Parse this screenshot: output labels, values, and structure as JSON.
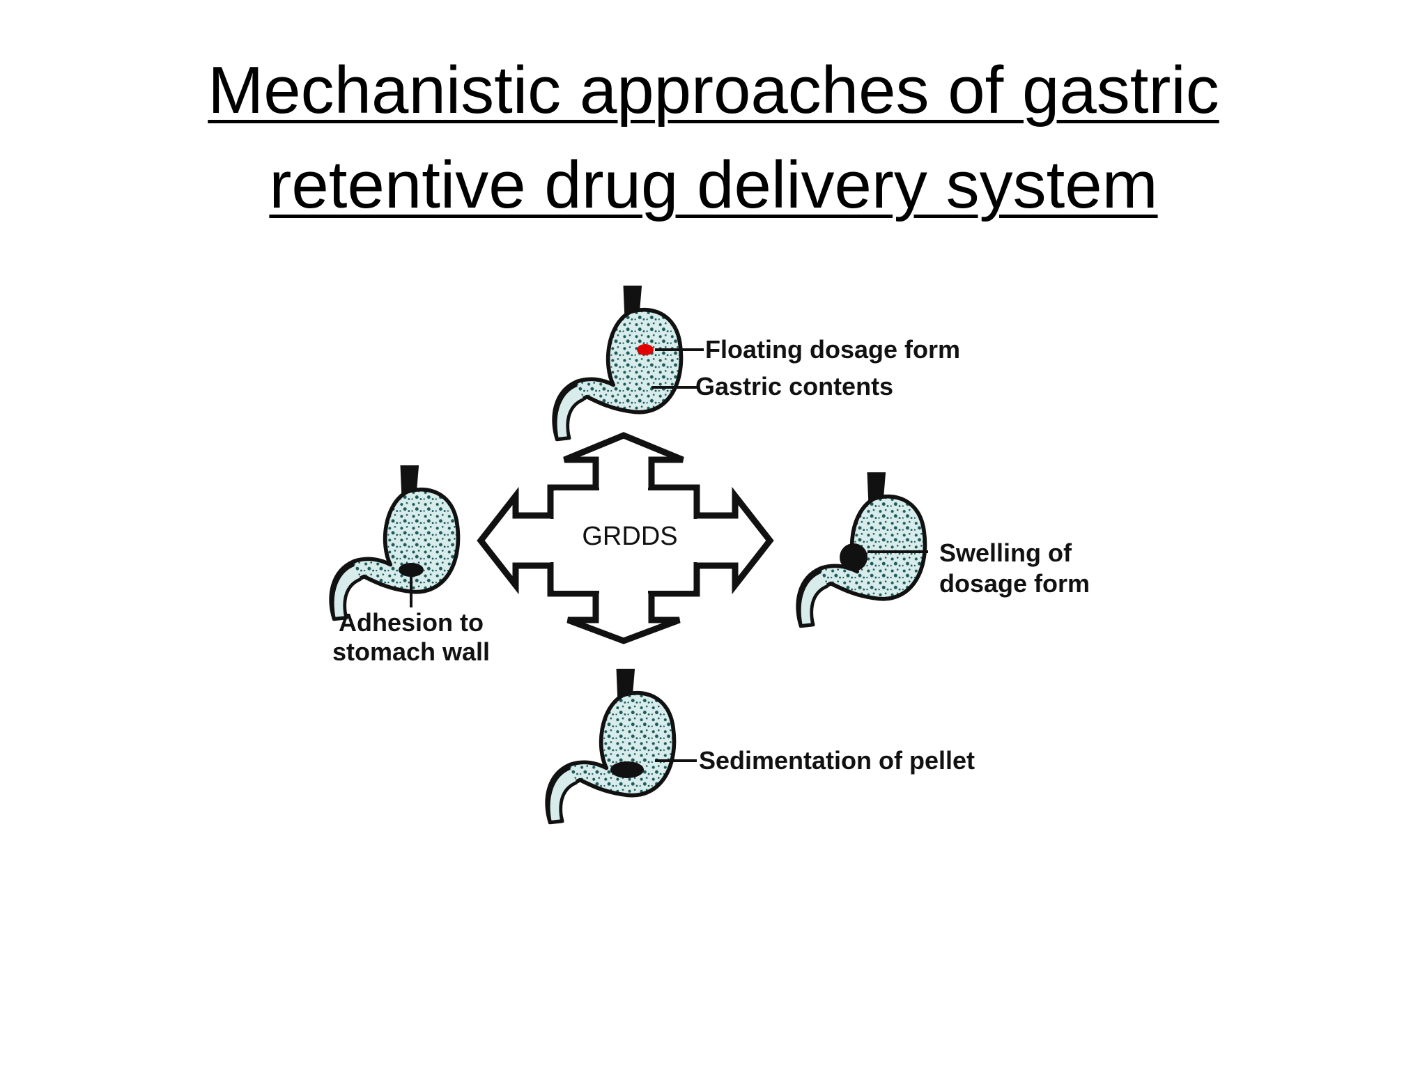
{
  "slide": {
    "title_line1": "Mechanistic approaches of gastric",
    "title_line2": "retentive drug delivery system"
  },
  "diagram": {
    "center_label": "GRDDS",
    "top": {
      "label_1": "Floating dosage form",
      "label_2": "Gastric contents"
    },
    "right": {
      "label_1": "Swelling of",
      "label_2": "dosage form"
    },
    "left": {
      "label_1": "Adhesion to",
      "label_2": "stomach wall"
    },
    "bottom": {
      "label_1": "Sedimentation of pellet"
    }
  },
  "colors": {
    "stomach_fill": "#d8ecec",
    "stomach_speckle": "#1e5a5a",
    "floating_form": "#e00000"
  },
  "icons": [
    "stomach-icon",
    "four-way-arrow"
  ]
}
